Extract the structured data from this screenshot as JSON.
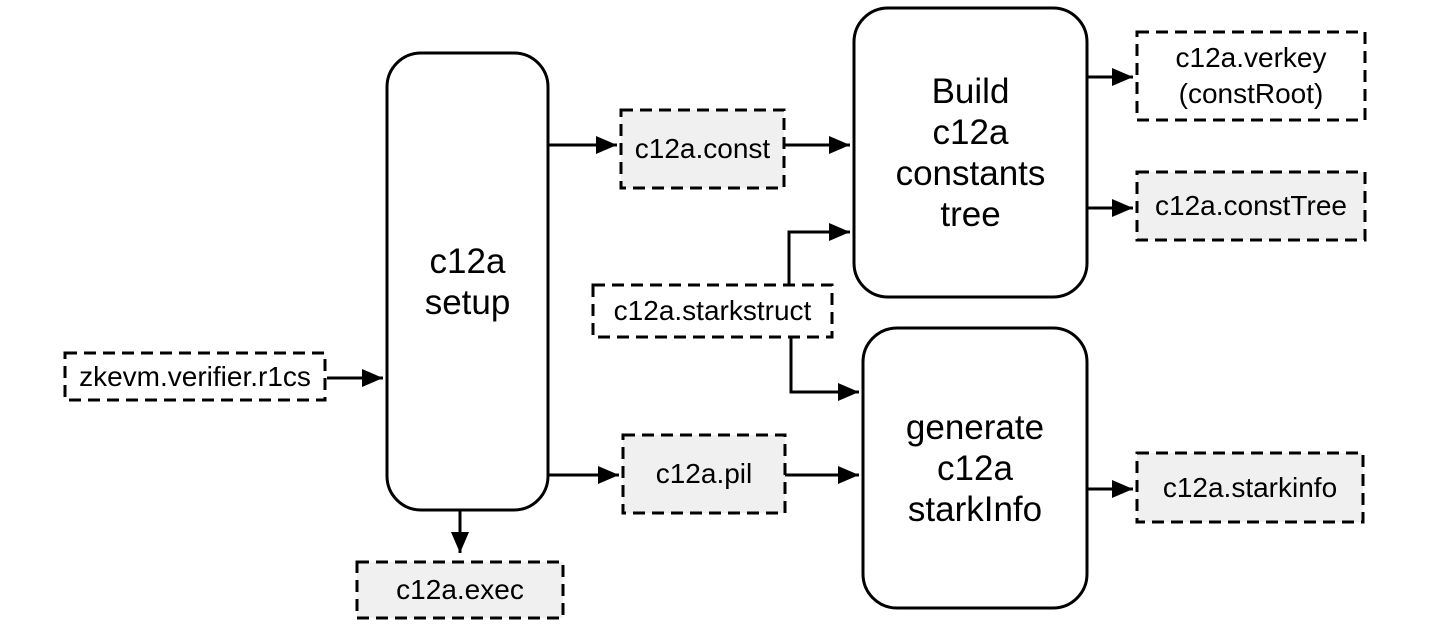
{
  "diagram": {
    "colors": {
      "stroke": "#000000",
      "background": "#ffffff",
      "file_fill_gray": "#f0f0f0",
      "file_fill_white": "#ffffff",
      "text": "#000000"
    },
    "nodes": {
      "r1cs": {
        "label": "zkevm.verifier.r1cs",
        "type": "file"
      },
      "setup": {
        "label": "c12a\nsetup",
        "type": "process"
      },
      "const": {
        "label": "c12a.const",
        "type": "file"
      },
      "build": {
        "label": "Build\nc12a\nconstants\ntree",
        "type": "process"
      },
      "verkey": {
        "label": "c12a.verkey\n(constRoot)",
        "type": "file"
      },
      "consttree": {
        "label": "c12a.constTree",
        "type": "file"
      },
      "starkstruct": {
        "label": "c12a.starkstruct",
        "type": "file"
      },
      "generate": {
        "label": "generate\nc12a\nstarkInfo",
        "type": "process"
      },
      "pil": {
        "label": "c12a.pil",
        "type": "file"
      },
      "exec": {
        "label": "c12a.exec",
        "type": "file"
      },
      "starkinfo": {
        "label": "c12a.starkinfo",
        "type": "file"
      }
    },
    "edges": [
      {
        "from": "zkevm.verifier.r1cs",
        "to": "c12a setup"
      },
      {
        "from": "c12a setup",
        "to": "c12a.const"
      },
      {
        "from": "c12a setup",
        "to": "c12a.pil"
      },
      {
        "from": "c12a setup",
        "to": "c12a.exec"
      },
      {
        "from": "c12a.const",
        "to": "Build c12a constants tree"
      },
      {
        "from": "c12a.starkstruct",
        "to": "Build c12a constants tree"
      },
      {
        "from": "Build c12a constants tree",
        "to": "c12a.verkey (constRoot)"
      },
      {
        "from": "Build c12a constants tree",
        "to": "c12a.constTree"
      },
      {
        "from": "c12a.pil",
        "to": "generate c12a starkInfo"
      },
      {
        "from": "c12a.starkstruct",
        "to": "generate c12a starkInfo"
      },
      {
        "from": "generate c12a starkInfo",
        "to": "c12a.starkinfo"
      }
    ]
  }
}
